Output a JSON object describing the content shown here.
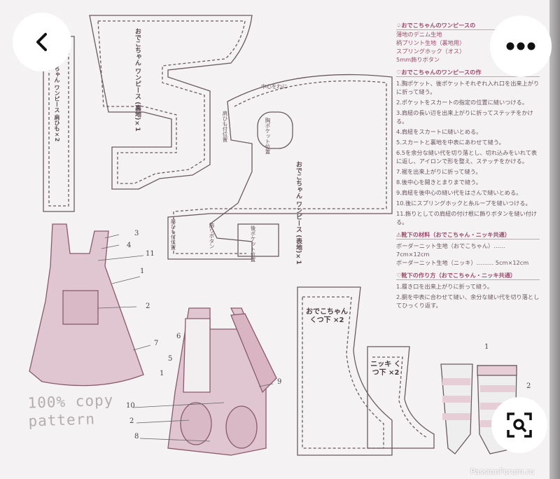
{
  "viewer": {
    "back_icon": "chevron-left-icon",
    "more_icon": "more-horizontal-icon",
    "lens_icon": "visual-search-icon",
    "watermark": "PassionForum.ru"
  },
  "pattern": {
    "bodice_lining_label": "おでこちゃん ワンピース (裏地)×1",
    "bodice_outer_label": "おでこちゃん ワンピース (表地)×1",
    "strap_label": "おでこちゃん ワンピース 肩ひも×2",
    "chest_pocket": "胸ポケット位置",
    "back_pocket": "後ポケット位置",
    "deco_button": "飾りボタン",
    "strap_pos_1": "肩ひも付位置",
    "strap_pos_2": "肩ひも付位置",
    "fold_mark": "中心をわに",
    "sock_odeko": "おでこちゃん くつ下 ×2",
    "sock_nikki": "ニッキ くつ下 ×2",
    "stamp": "100% copy pattern",
    "numbers_dress_front": [
      "3",
      "4",
      "11",
      "1",
      "2",
      "7"
    ],
    "numbers_dress_back": [
      "6",
      "5",
      "1",
      "10",
      "2",
      "8",
      "9"
    ],
    "numbers_sock": [
      "1",
      "2"
    ]
  },
  "instructions": {
    "materials_title": "♤おでこちゃんのワンピースの",
    "materials": [
      "薄地のデニム生地",
      "柄プリント生地（裏地用）",
      "スプリングホック（オス）",
      "5mm飾りボタン"
    ],
    "howto_title": "♡おでこちゃんのワンピースの作",
    "steps": [
      "1.胸ポケット、後ポケットそれぞれ入れ口を出来上がりに折って縫う。",
      "2.ポケットをスカートの指定の位置に縫いつける。",
      "3.肩紐の長い辺を出来上がりに折ってステッチをかける。",
      "4.肩紐をスカートに縫いとめる。",
      "5.スカートと裏地を中表にあわせて縫う。",
      "6.5を余分な縫い代を切り落とし、切れ込みをいれて表に返し、アイロンで形を整え、ステッチをかける。",
      "7.裾を出来上がりに折って縫う。",
      "8.後中心を開きとまりまで縫う。",
      "9.肩紐を後中心の縫い代をはさんで縫いとめる。",
      "10.後にスプリングホックと糸ループを縫いつける。",
      "11.飾りとしての肩紐の付け根に飾りボタンを縫い付ける。"
    ],
    "socks_materials_title": "⚠靴下の材料（おでこちゃん・ニッキ共通）",
    "socks_materials": [
      "ボーダーニット生地（おでこちゃん）…… 7cm×12cm",
      "ボーダーニット生地（ニッキ）……… 5cm×12cm"
    ],
    "socks_howto_title": "♡靴下の作り方（おでこちゃん・ニッキ共通）",
    "socks_steps": [
      "1.履き口を出来上がりに折って縫う。",
      "2.胴を中表に合わせて縫い、余分な縫い代を切り落としてひっくり返す。"
    ]
  },
  "colors": {
    "ink": "#9c4b6c",
    "line": "#5a4a52",
    "page": "#f4f2f3"
  }
}
